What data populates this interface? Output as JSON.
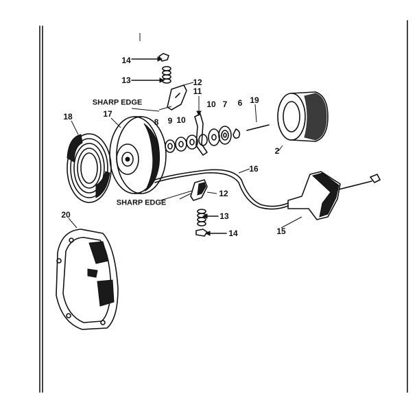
{
  "diagram": {
    "labels": {
      "p14_top": "14",
      "p13_top": "13",
      "p12_top": "12",
      "p11": "11",
      "sharp_edge_top": "SHARP EDGE",
      "p17": "17",
      "p18": "18",
      "p8": "8",
      "p9": "9",
      "p10_a": "10",
      "p10_b": "10",
      "p7": "7",
      "p6": "6",
      "p19": "19",
      "p2": "2",
      "p16": "16",
      "p12_bottom": "12",
      "sharp_edge_bottom": "SHARP EDGE",
      "p13_bottom": "13",
      "p14_bottom": "14",
      "p15": "15",
      "p20": "20"
    }
  }
}
